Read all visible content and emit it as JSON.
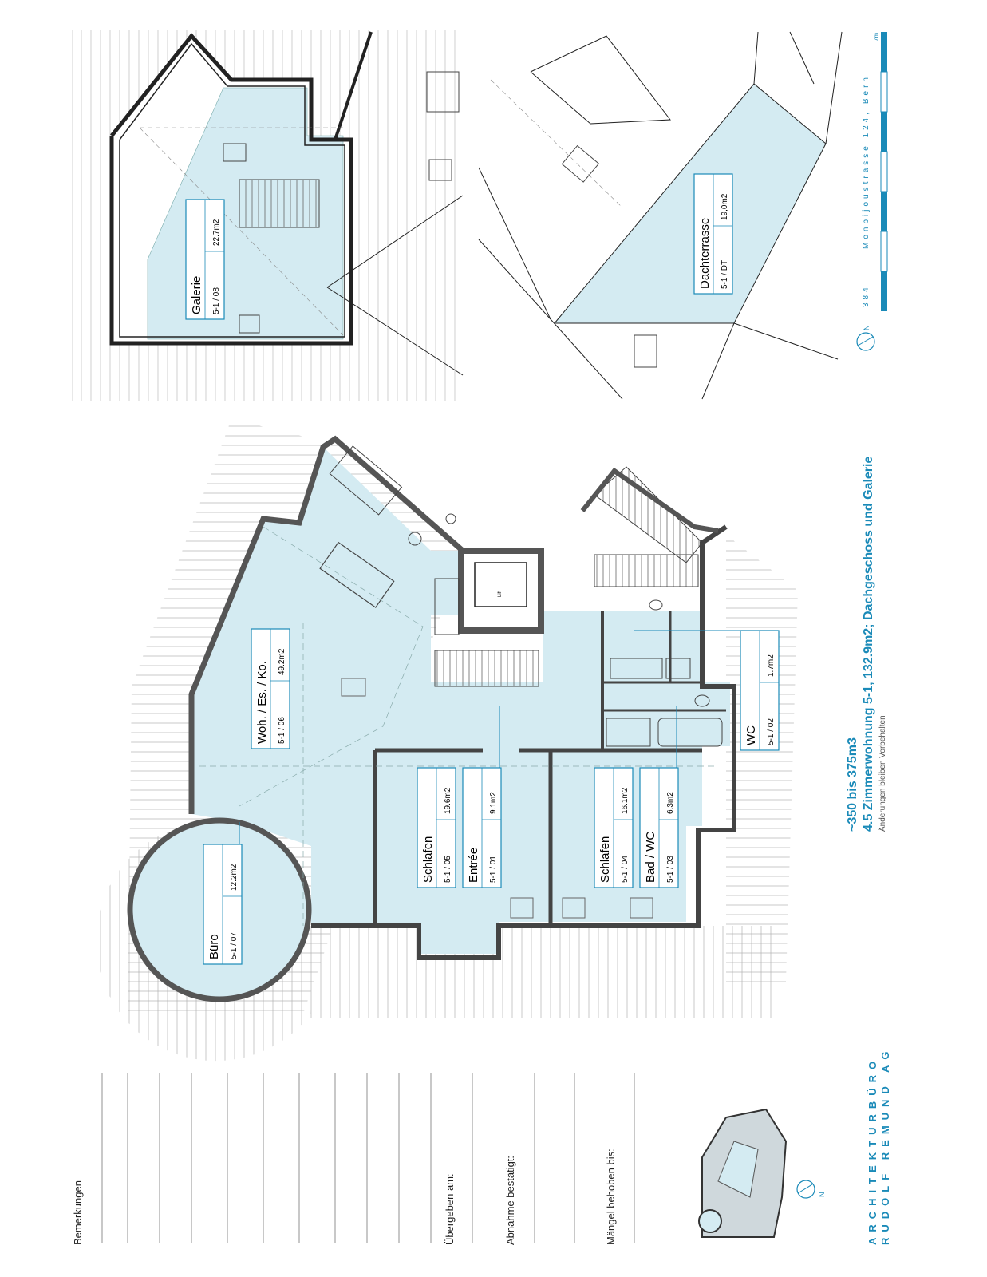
{
  "rooms": [
    {
      "name": "Galerie",
      "code": "5-1 / 08",
      "area": "22.7m2"
    },
    {
      "name": "Dachterrasse",
      "code": "5-1 / DT",
      "area": "19,0m2"
    },
    {
      "name": "Woh. / Es. / Ko.",
      "code": "5-1 / 06",
      "area": "49.2m2"
    },
    {
      "name": "WC",
      "code": "5-1 / 02",
      "area": "1.7m2"
    },
    {
      "name": "Schlafen",
      "code": "5-1 / 05",
      "area": "19.6m2"
    },
    {
      "name": "Entrée",
      "code": "5-1 / 01",
      "area": "9.1m2"
    },
    {
      "name": "Schlafen",
      "code": "5-1 / 04",
      "area": "16.1m2"
    },
    {
      "name": "Bad / WC",
      "code": "5-1 / 03",
      "area": "6.3m2"
    },
    {
      "name": "Büro",
      "code": "5-1 / 07",
      "area": "12.2m2"
    }
  ],
  "lift_label": "Lift",
  "title": {
    "volume": "~350 bis 375m3",
    "unit": "4.5 Zimmerwohnung 5-1, 132.9m2; Dachgeschoss und Galerie",
    "note": "Änderungen bleiben Vorbehalten"
  },
  "address": {
    "number": "384",
    "street": "Monbijoustrasse 124, Bern"
  },
  "scale_label": "7m",
  "north_label": "N",
  "office": {
    "line1": "ARCHITEKTURBÜRO",
    "line2": "RUDOLF REMUND AG"
  },
  "remarks": {
    "heading": "Bemerkungen",
    "handed_over": "Übergeben am:",
    "acceptance": "Abnahme bestätigt:",
    "defects": "Mängel behoben bis:"
  },
  "colors": {
    "room_fill": "#d4ebf2",
    "accent": "#1a8ab8",
    "wall": "#555555"
  }
}
